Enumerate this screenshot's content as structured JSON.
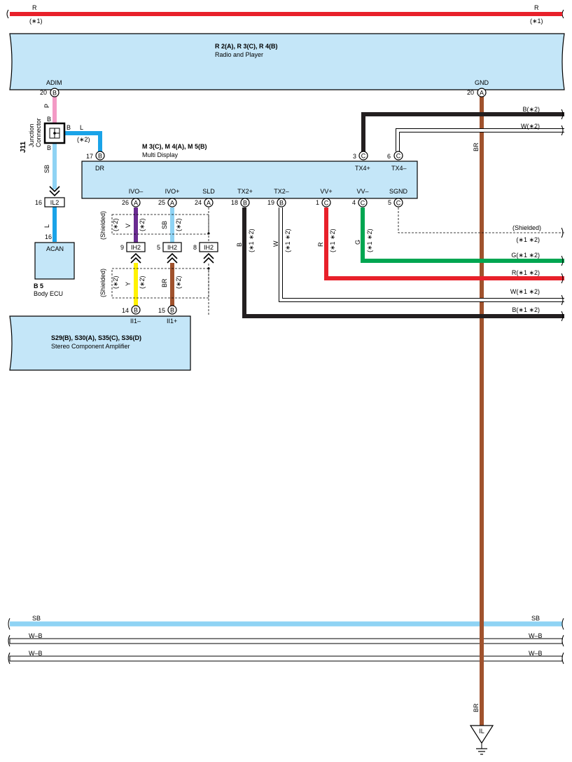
{
  "top_bus": {
    "label_left": "R",
    "label_right": "R",
    "note_left": "(∗1)",
    "note_right": "(∗1)",
    "color": "#e8202a"
  },
  "radio": {
    "title": "R 2(A), R 3(C), R 4(B)",
    "subtitle": "Radio and Player",
    "adim": {
      "name": "ADIM",
      "pin": "20",
      "conn": "B"
    },
    "gnd": {
      "name": "GND",
      "pin": "20",
      "conn": "A"
    }
  },
  "junction": {
    "id": "J11",
    "name_line1": "Junction",
    "name_line2": "Connector",
    "wire_p": "P",
    "wire_b_top": "B",
    "wire_b_bottom": "B",
    "wire_b_right": "B",
    "wire_l_right": "L",
    "note_right": "(∗2)"
  },
  "left_wires": {
    "sb": "SB",
    "l": "L"
  },
  "il2": {
    "name": "IL2",
    "pin_top": "16",
    "pin_bottom": "16"
  },
  "body_ecu": {
    "id": "B 5",
    "name": "Body ECU",
    "pin_label": "ACAN"
  },
  "multi_display": {
    "title": "M 3(C), M 4(A), M 5(B)",
    "subtitle": "Multi Display",
    "dr": {
      "name": "DR",
      "pin": "17",
      "conn": "B"
    },
    "tx4p": {
      "name": "TX4+",
      "pin": "3",
      "conn": "C"
    },
    "tx4m": {
      "name": "TX4–",
      "pin": "6",
      "conn": "C"
    },
    "bottom_pins": [
      {
        "name": "IVO–",
        "pin": "26",
        "conn": "A"
      },
      {
        "name": "IVO+",
        "pin": "25",
        "conn": "A"
      },
      {
        "name": "SLD",
        "pin": "24",
        "conn": "A"
      },
      {
        "name": "TX2+",
        "pin": "18",
        "conn": "B"
      },
      {
        "name": "TX2–",
        "pin": "19",
        "conn": "B"
      },
      {
        "name": "VV+",
        "pin": "1",
        "conn": "C"
      },
      {
        "name": "VV–",
        "pin": "4",
        "conn": "C"
      },
      {
        "name": "SGND",
        "pin": "5",
        "conn": "C"
      }
    ]
  },
  "ih2": {
    "name": "IH2",
    "pins": [
      "9",
      "5",
      "8"
    ],
    "shielded": "(Shielded)",
    "note": "(∗2)",
    "upper_wires": [
      "V",
      "SB"
    ],
    "lower_wires": [
      "Y",
      "BR"
    ]
  },
  "amp": {
    "title": "S29(B), S30(A), S35(C), S36(D)",
    "subtitle": "Stereo Component Amplifier",
    "pins": [
      {
        "name": "II1–",
        "pin": "14",
        "conn": "B"
      },
      {
        "name": "II1+",
        "pin": "15",
        "conn": "B"
      }
    ]
  },
  "right_wires": [
    {
      "label": "B(∗2)",
      "color": "#231f20"
    },
    {
      "label": "W(∗2)",
      "color": "#ffffff"
    },
    {
      "label": "(Shielded)",
      "color": "none"
    },
    {
      "label": "(∗1 ∗2)",
      "color": "none"
    },
    {
      "label": "G(∗1 ∗2)",
      "color": "#00a651"
    },
    {
      "label": "R(∗1 ∗2)",
      "color": "#e8202a"
    },
    {
      "label": "W(∗1 ∗2)",
      "color": "#ffffff"
    },
    {
      "label": "B(∗1 ∗2)",
      "color": "#231f20"
    }
  ],
  "vertical_wire_labels": {
    "tx2p": "B",
    "tx2m": "W",
    "vvp": "R",
    "vvm": "G",
    "gnd_top": "BR",
    "gnd_bottom": "BR",
    "note_12": "(∗1 ∗2)"
  },
  "bottom_buses": [
    {
      "label_left": "SB",
      "label_right": "SB",
      "color": "#8fd3f4"
    },
    {
      "label_left": "W–B",
      "label_right": "W–B",
      "color": "#ffffff"
    },
    {
      "label_left": "W–B",
      "label_right": "W–B",
      "color": "#ffffff"
    }
  ],
  "ground": {
    "label": "IL"
  },
  "colors": {
    "pink": "#f39ac5",
    "light_blue": "#8fd3f4",
    "blue": "#1aa3e8",
    "black": "#231f20",
    "purple": "#6a2c91",
    "yellow": "#fff200",
    "brown": "#a0522d",
    "green": "#00a651",
    "red": "#e8202a",
    "box_fill": "#c4e6f8"
  }
}
